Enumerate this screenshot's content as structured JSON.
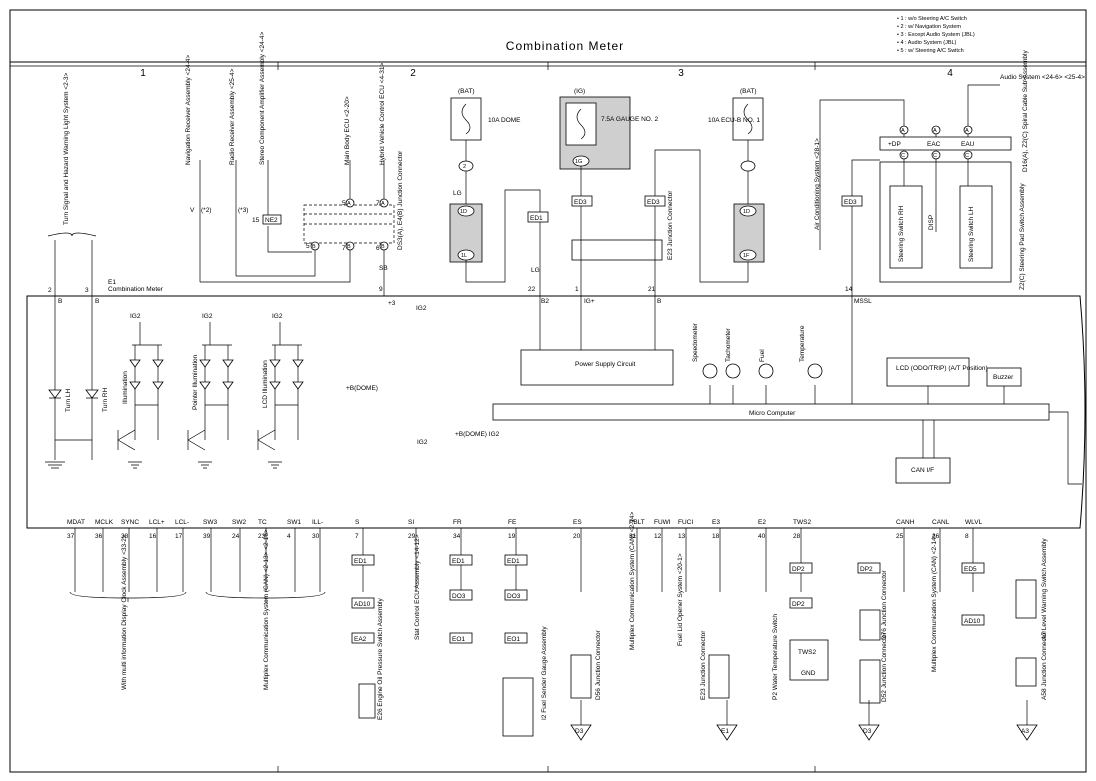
{
  "title": "Combination Meter",
  "notes": [
    "• 1 : w/o Steering A/C Switch",
    "• 2 : w/ Navigation System",
    "• 3 : Except Audio System (JBL)",
    "• 4 : Audio System (JBL)",
    "• 5 : w/ Steering A/C Switch"
  ],
  "grid": [
    "1",
    "2",
    "3",
    "4"
  ],
  "meter": {
    "code": "E1",
    "name": "Combination Meter"
  },
  "top_systems": [
    {
      "id": "turn-signal",
      "text": "Turn Signal and Hazard Warning Light System <2-3>"
    },
    {
      "id": "nav",
      "text": "Navigation Receiver Assembly <24-4>"
    },
    {
      "id": "radio",
      "text": "Radio Receiver Assembly <25-4>"
    },
    {
      "id": "stereo",
      "text": "Stereo Component Amplifier Assembly <24-4>"
    },
    {
      "id": "main-body",
      "text": "Main Body ECU <2-20>"
    },
    {
      "id": "hybrid",
      "text": "Hybrid Vehicle Control ECU <4-31>"
    },
    {
      "id": "aircon",
      "text": "Air Conditioning System <28-1>"
    },
    {
      "id": "audio",
      "text": "Audio System <24-6> <25-4>"
    }
  ],
  "fuses": [
    {
      "id": "dome",
      "src": "(BAT)",
      "label": "10A DOME"
    },
    {
      "id": "gauge",
      "src": "(IG)",
      "label": "7.5A GAUGE NO. 2"
    },
    {
      "id": "ecub",
      "src": "(BAT)",
      "label": "10A ECU-B NO. 1"
    }
  ],
  "connectors": {
    "ne2": "NE2",
    "ed1": "ED1",
    "ed3": "ED3",
    "ad10": "AD10",
    "ea2": "EA2",
    "do3": "DO3",
    "eo1": "EO1",
    "dp2": "DP2",
    "ed5": "ED5",
    "j1d": "1D",
    "j1l": "1L",
    "j1g": "1G",
    "j1f": "1F"
  },
  "jc": {
    "e4": "DS3(A), E4(B) Junction Connector",
    "e23": "E23 Junction Connector",
    "d16": "D16(A), Z2(C) Spiral Cable Sub-Assembly",
    "z2": "Z2(C) Steering Pad Switch Assembly"
  },
  "steer": {
    "dp": "+DP",
    "eac": "EAC",
    "eau": "EAU",
    "rh": "Steering Switch RH",
    "lh": "Steering Switch LH",
    "disp": "DISP"
  },
  "top_pins": [
    {
      "n": "2",
      "s": "B"
    },
    {
      "n": "3",
      "s": "B"
    },
    {
      "n": "9",
      "s": "SB"
    },
    {
      "n": "22",
      "s": "LG"
    },
    {
      "n": "B2",
      "s": ""
    },
    {
      "n": "1",
      "s": "IG+"
    },
    {
      "n": "21",
      "s": "B"
    },
    {
      "n": "14",
      "s": "MSSL"
    }
  ],
  "blocks": {
    "psc": "Power Supply Circuit",
    "micro": "Micro Computer",
    "lcd": "LCD (ODO/TRIP) (A/T Position)",
    "buzzer": "Buzzer",
    "can": "CAN I/F",
    "speed": "Speedometer",
    "tacho": "Tachometer",
    "fuel": "Fuel",
    "temp": "Temperature",
    "turnlh": "Turn LH",
    "turnrh": "Turn RH",
    "illum": "Illumination",
    "pointer": "Pointer Illumination",
    "lcdillum": "LCD Illumination",
    "ig2": "IG2",
    "plus3": "+3",
    "bdome": "+B(DOME)",
    "bdome2": "+B(DOME) IG2"
  },
  "bottom_pins": [
    {
      "n": "37",
      "s": "MDAT"
    },
    {
      "n": "36",
      "s": "MCLK"
    },
    {
      "n": "38",
      "s": "SYNC"
    },
    {
      "n": "16",
      "s": "LCL+"
    },
    {
      "n": "17",
      "s": "LCL-"
    },
    {
      "n": "39",
      "s": "SW3"
    },
    {
      "n": "24",
      "s": "SW2"
    },
    {
      "n": "23",
      "s": "TC"
    },
    {
      "n": "4",
      "s": "SW1"
    },
    {
      "n": "30",
      "s": "ILL-"
    },
    {
      "n": "7",
      "s": "S"
    },
    {
      "n": "29",
      "s": "SI"
    },
    {
      "n": "34",
      "s": "FR"
    },
    {
      "n": "19",
      "s": "FE"
    },
    {
      "n": "20",
      "s": "ES"
    },
    {
      "n": "31",
      "s": "PBLT"
    },
    {
      "n": "12",
      "s": "FUWI"
    },
    {
      "n": "13",
      "s": "FUCI"
    },
    {
      "n": "18",
      "s": "E3"
    },
    {
      "n": "40",
      "s": "E2"
    },
    {
      "n": "28",
      "s": "TWS2"
    },
    {
      "n": "25",
      "s": "CANH"
    },
    {
      "n": "26",
      "s": "CANL"
    },
    {
      "n": "8",
      "s": "WLVL"
    }
  ],
  "bottom_systems": [
    {
      "id": "multi-info",
      "text": "With multi information Display Clock Assembly <33-2>"
    },
    {
      "id": "multiplex",
      "text": "Multiplex Communication System (CAN) <2-13> <2-16>"
    },
    {
      "id": "oilsw",
      "text": "E26 Engine Oil Pressure Switch Assembly"
    },
    {
      "id": "stat",
      "text": "Stat Control ECU Assembly <14-12>"
    },
    {
      "id": "fuelgauge",
      "text": "I2 Fuel Sender Gauge Assembly"
    },
    {
      "id": "mcs",
      "text": "Multiplex Communication System (CAN) <2-14>"
    },
    {
      "id": "fuelopener",
      "text": "Fuel Lid Opener System <20-1>"
    },
    {
      "id": "e23b",
      "text": "E23 Junction Connector"
    },
    {
      "id": "watertemp",
      "text": "P2 Water Temperature Switch"
    },
    {
      "id": "d56",
      "text": "D56 Junction Connector"
    },
    {
      "id": "d76",
      "text": "D76 Junction Connector"
    },
    {
      "id": "d52",
      "text": "D52 Junction Connector"
    },
    {
      "id": "mcs2",
      "text": "Multiplex Communication System (CAN) <2-14>"
    },
    {
      "id": "a7",
      "text": "A7 Level Warning Switch Assembly"
    },
    {
      "id": "a58",
      "text": "A58 Junction Connector"
    }
  ],
  "grounds": [
    "D3",
    "E1",
    "D3",
    "A3"
  ],
  "tws2": {
    "t": "TWS2",
    "g": "GND"
  }
}
